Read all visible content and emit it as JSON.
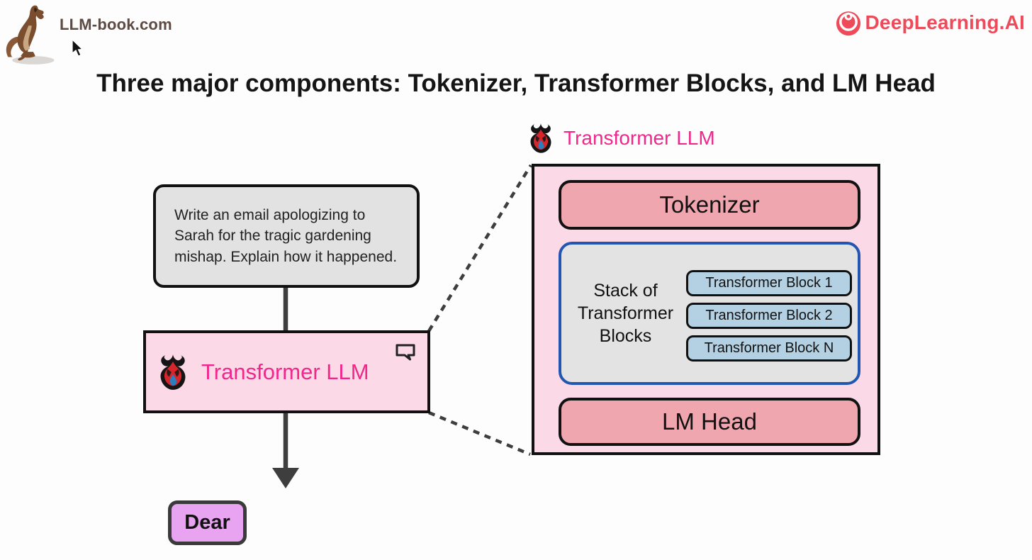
{
  "header": {
    "site": "LLM-book.com",
    "brand": "DeepLearning.AI"
  },
  "title": "Three major components: Tokenizer, Transformer Blocks, and LM Head",
  "pipeline": {
    "prompt": "Write an email apologizing to Sarah for the tragic gardening mishap. Explain how it happened.",
    "model_label": "Transformer LLM",
    "output_token": "Dear"
  },
  "detail": {
    "title": "Transformer LLM",
    "tokenizer": "Tokenizer",
    "stack_label": "Stack of Transformer Blocks",
    "blocks": [
      "Transformer Block 1",
      "Transformer Block 2",
      "Transformer Block N"
    ],
    "lm_head": "LM Head"
  },
  "icons": {
    "kangaroo-logo": "kangaroo mascot photo",
    "cursor-icon": "mouse pointer arrow",
    "deeplearning-logo-icon": "red concentric-circle brand mark",
    "flame-icon": "red-blue tribal flame (book logo)",
    "speech-bubble-icon": "outlined chat bubble"
  },
  "colors": {
    "accent_pink_text": "#f0288c",
    "brand_red": "#ee4a5a",
    "box_light_pink": "#fbd9e7",
    "box_salmon": "#f0a6af",
    "box_blue": "#b3d1e2",
    "box_gray": "#e3e3e3",
    "box_purple": "#e8a4f0",
    "stack_border_blue": "#2256b0",
    "line_gray": "#3e3e3e"
  }
}
